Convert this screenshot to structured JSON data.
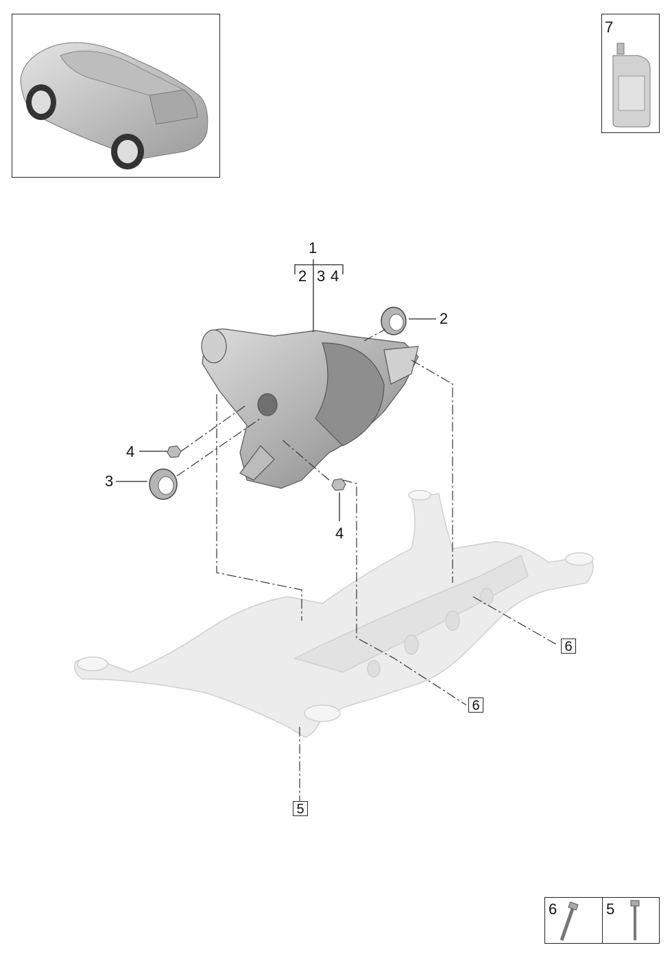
{
  "callouts": {
    "part_1": "1",
    "group_2": "2",
    "group_3": "3",
    "group_4": "4",
    "part_2": "2",
    "part_3": "3",
    "part_4_left": "4",
    "part_4_right": "4",
    "part_6_upper": "6",
    "part_6_lower": "6",
    "part_5": "5"
  },
  "inset_boxes": {
    "oil_bottle_number": "7",
    "bolt_6_number": "6",
    "bolt_5_number": "5"
  },
  "colors": {
    "line": "#222222",
    "part_fill": "#c9c9c9",
    "part_shade": "#9a9a9a",
    "subframe_fill": "#ececec"
  }
}
